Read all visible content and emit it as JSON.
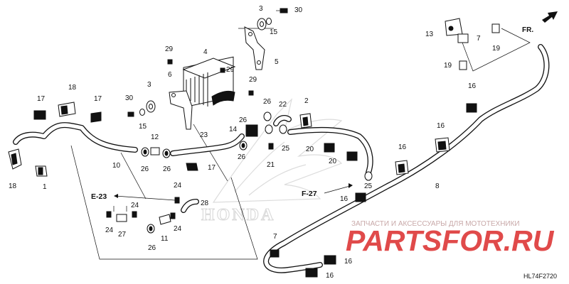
{
  "diagram_code": "HL74F2720",
  "watermark": {
    "line": "ЗАПЧАСТИ И АКСЕССУАРЫ ДЛЯ МОТОТЕХНИКИ",
    "logo": "PARTSFOR.RU",
    "brand": "HONDA"
  },
  "direction_marker": "FR.",
  "section_refs": [
    "E-23",
    "F-27"
  ],
  "callouts": {
    "c1": "1",
    "c2": "2",
    "c3a": "3",
    "c3b": "3",
    "c4": "4",
    "c5": "5",
    "c6": "6",
    "c7a": "7",
    "c7b": "7",
    "c8": "8",
    "c10": "10",
    "c11": "11",
    "c12": "12",
    "c13": "13",
    "c14": "14",
    "c15a": "15",
    "c15b": "15",
    "c16a": "16",
    "c16b": "16",
    "c16c": "16",
    "c16d": "16",
    "c16e": "16",
    "c16f": "16",
    "c17a": "17",
    "c17b": "17",
    "c17c": "17",
    "c18a": "18",
    "c18b": "18",
    "c19a": "19",
    "c19b": "19",
    "c20a": "20",
    "c20b": "20",
    "c21": "21",
    "c22": "22",
    "c23": "23",
    "c24a": "24",
    "c24b": "24",
    "c24c": "24",
    "c24d": "24",
    "c25a": "25",
    "c25b": "25",
    "c26a": "26",
    "c26b": "26",
    "c26c": "26",
    "c26d": "26",
    "c26e": "26",
    "c26f": "26",
    "c27": "27",
    "c28": "28",
    "c29a": "29",
    "c29b": "29",
    "c29c": "29",
    "c30a": "30",
    "c30b": "30"
  }
}
